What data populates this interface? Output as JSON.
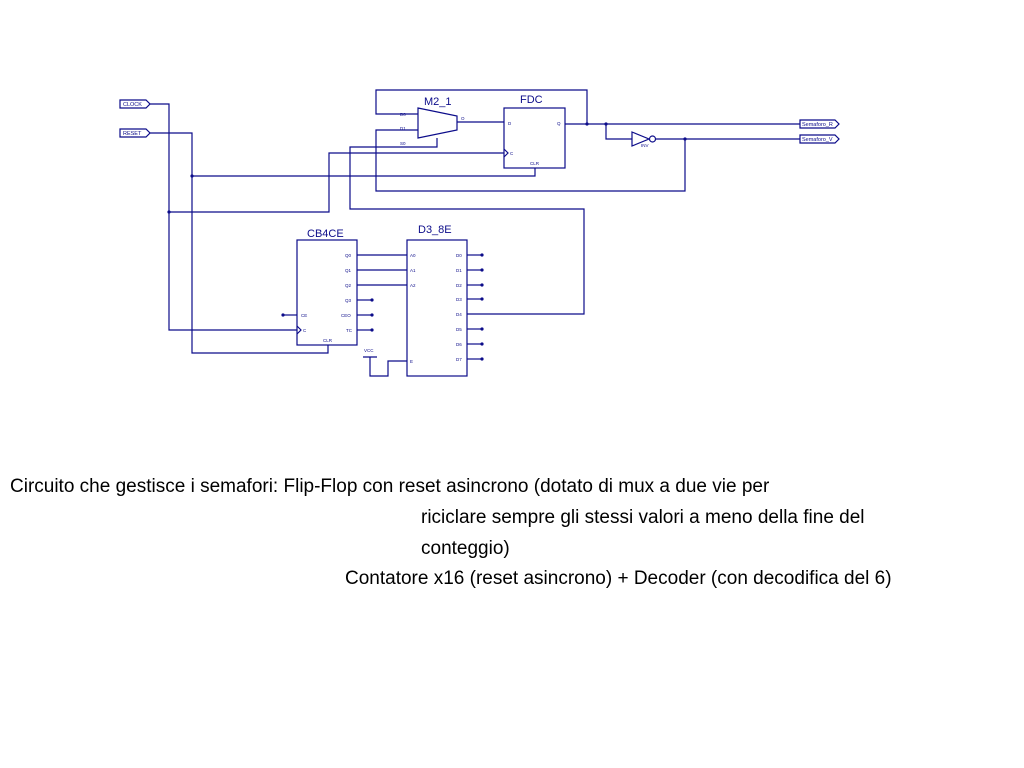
{
  "schematic": {
    "ports": {
      "clock": "CLOCK",
      "reset": "RESET",
      "out_r": "Semaforo_R",
      "out_v": "Semaforo_V"
    },
    "mux": {
      "title": "M2_1",
      "pins": {
        "d0": "D0",
        "d1": "D1",
        "s0": "S0",
        "o": "O"
      }
    },
    "fdc": {
      "title": "FDC",
      "pins": {
        "d": "D",
        "q": "Q",
        "c": "C",
        "clr": "CLR"
      }
    },
    "inv": {
      "title": "INV"
    },
    "counter": {
      "title": "CB4CE",
      "pins": {
        "q0": "Q0",
        "q1": "Q1",
        "q2": "Q2",
        "q3": "Q3",
        "ceo": "CEO",
        "tc": "TC",
        "ce": "CE",
        "c": "C",
        "clr": "CLR"
      }
    },
    "decoder": {
      "title": "D3_8E",
      "pins": {
        "a0": "A0",
        "a1": "A1",
        "a2": "A2",
        "e": "E",
        "d0": "D0",
        "d1": "D1",
        "d2": "D2",
        "d3": "D3",
        "d4": "D4",
        "d5": "D5",
        "d6": "D6",
        "d7": "D7"
      }
    },
    "vcc": "VCC"
  },
  "caption": {
    "line1": "Circuito che gestisce i semafori: Flip-Flop con reset asincrono (dotato di mux a due vie per",
    "line2": "riciclare sempre gli stessi valori a meno della fine del",
    "line3": "conteggio)",
    "line4": "Contatore x16 (reset asincrono) + Decoder (con decodifica del 6)"
  }
}
